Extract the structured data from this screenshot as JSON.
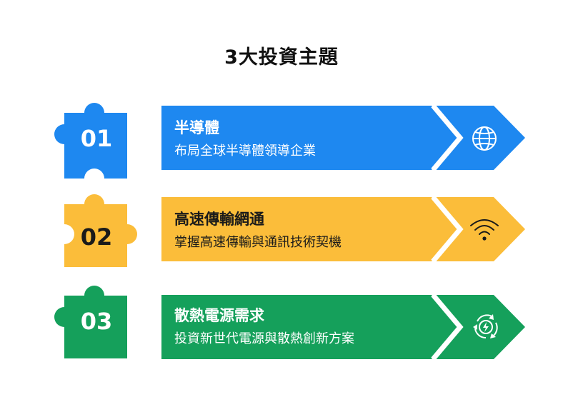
{
  "title": "3大投資主題",
  "items": [
    {
      "number": "01",
      "heading": "半導體",
      "subtitle": "布局全球半導體領導企業",
      "color": "#1e88f0",
      "text_color": "#ffffff",
      "num_color": "#ffffff",
      "icon": "globe-icon"
    },
    {
      "number": "02",
      "heading": "高速傳輸網通",
      "subtitle": "掌握高速傳輸與通訊技術契機",
      "color": "#fbbd3a",
      "text_color": "#1a1a1a",
      "num_color": "#1a1a1a",
      "icon": "wifi-icon"
    },
    {
      "number": "03",
      "heading": "散熱電源需求",
      "subtitle": "投資新世代電源與散熱創新方案",
      "color": "#15a05b",
      "text_color": "#ffffff",
      "num_color": "#ffffff",
      "icon": "power-cycle-icon"
    }
  ]
}
